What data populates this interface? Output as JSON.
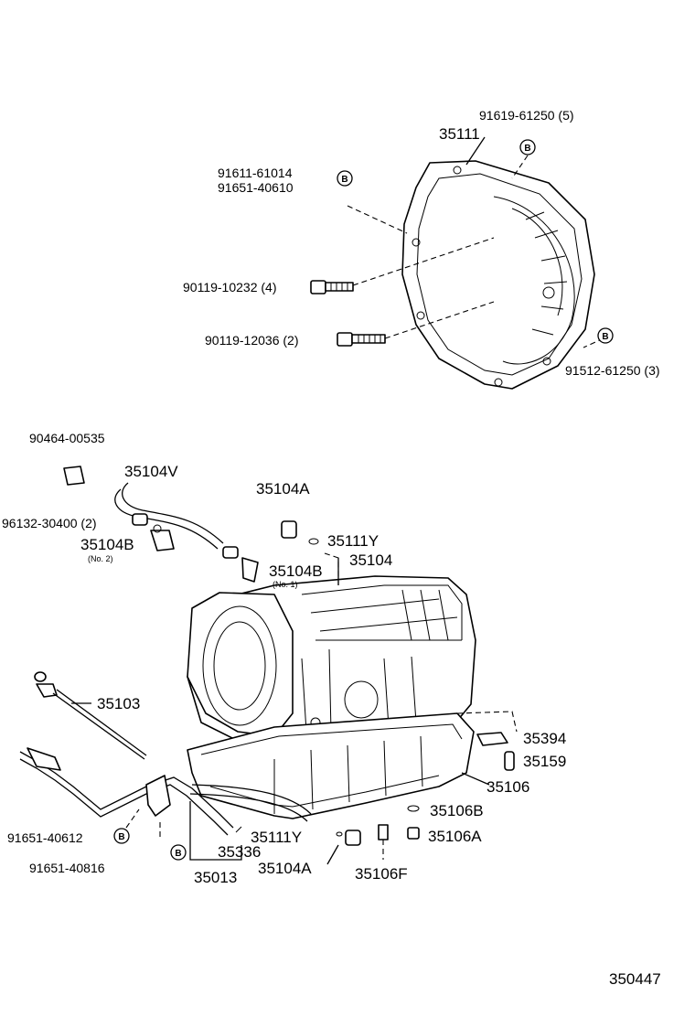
{
  "diagram_id": "350447",
  "callouts": {
    "p91619": "91619-61250 (5)",
    "p35111": "35111",
    "p91611": "91611-61014",
    "p91651_40610": "91651-40610",
    "p90119_10232": "90119-10232 (4)",
    "p90119_12036": "90119-12036 (2)",
    "p91512": "91512-61250 (3)",
    "p90464": "90464-00535",
    "p35104V": "35104V",
    "p35104A_top": "35104A",
    "p96132": "96132-30400 (2)",
    "p35104B_left": "35104B",
    "p35104B_left_note": "(No. 2)",
    "p35111Y_top": "35111Y",
    "p35104": "35104",
    "p35104B_right": "35104B",
    "p35104B_right_note": "(No. 1)",
    "p35103": "35103",
    "p35394": "35394",
    "p35159": "35159",
    "p35106": "35106",
    "p35106B": "35106B",
    "p91651_40612": "91651-40612",
    "p35111Y_bottom": "35111Y",
    "p35106A": "35106A",
    "p35336": "35336",
    "p91651_40816": "91651-40816",
    "p35104A_bottom": "35104A",
    "p35013": "35013",
    "p35106F": "35106F"
  },
  "badge_letter": "B"
}
